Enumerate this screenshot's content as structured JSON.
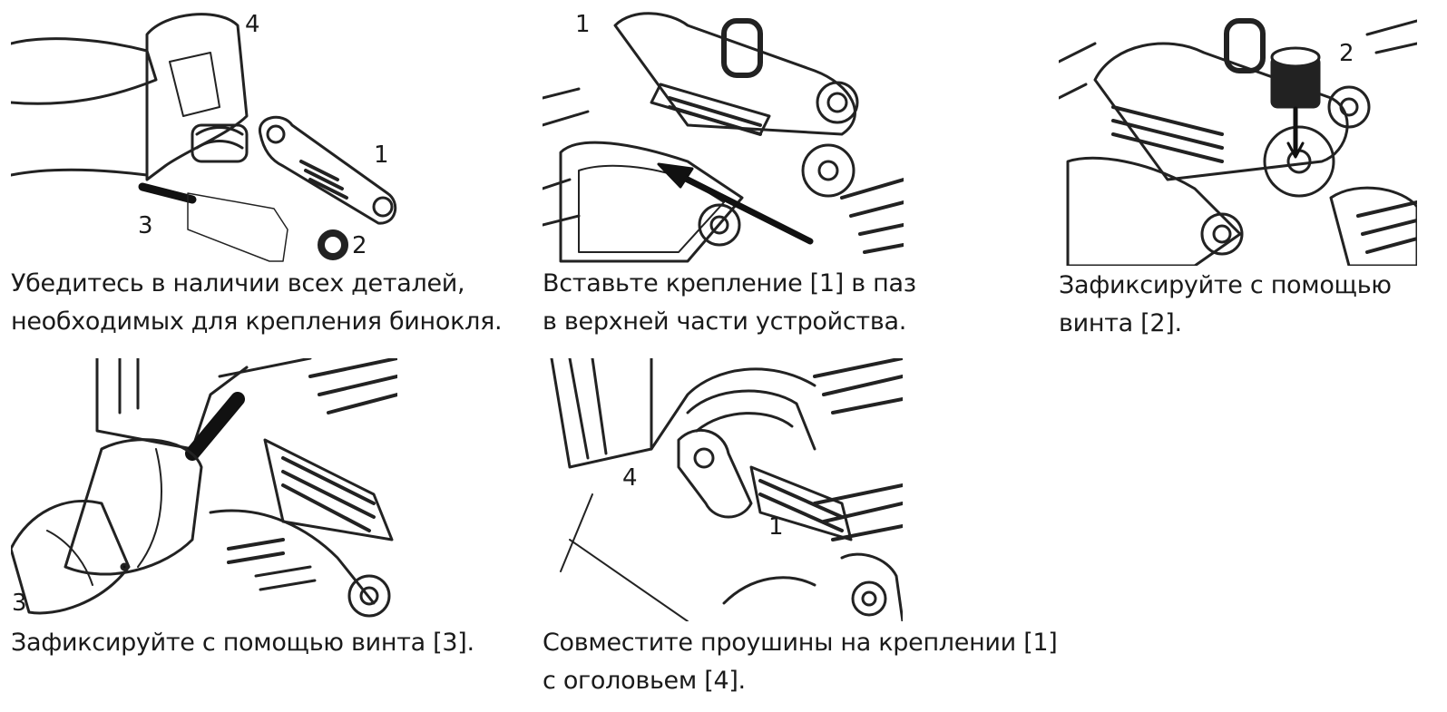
{
  "steps": [
    {
      "id": "step-1",
      "callouts": [
        "4",
        "1",
        "3",
        "2"
      ],
      "caption": [
        "Убедитесь в наличии всех деталей,",
        "необходимых для крепления бинокля."
      ]
    },
    {
      "id": "step-2",
      "callouts": [
        "1"
      ],
      "caption": [
        "Вставьте крепление [1] в паз",
        "в верхней части устройства."
      ]
    },
    {
      "id": "step-3",
      "callouts": [
        "2"
      ],
      "caption": [
        "Зафиксируйте с помощью",
        "винта [2]."
      ]
    },
    {
      "id": "step-4",
      "callouts": [
        "3"
      ],
      "caption": [
        "Зафиксируйте с помощью винта [3]."
      ]
    },
    {
      "id": "step-5",
      "callouts": [
        "4",
        "1"
      ],
      "caption": [
        "Совместите проушины на креплении [1]",
        "с оголовьем [4]."
      ]
    }
  ]
}
